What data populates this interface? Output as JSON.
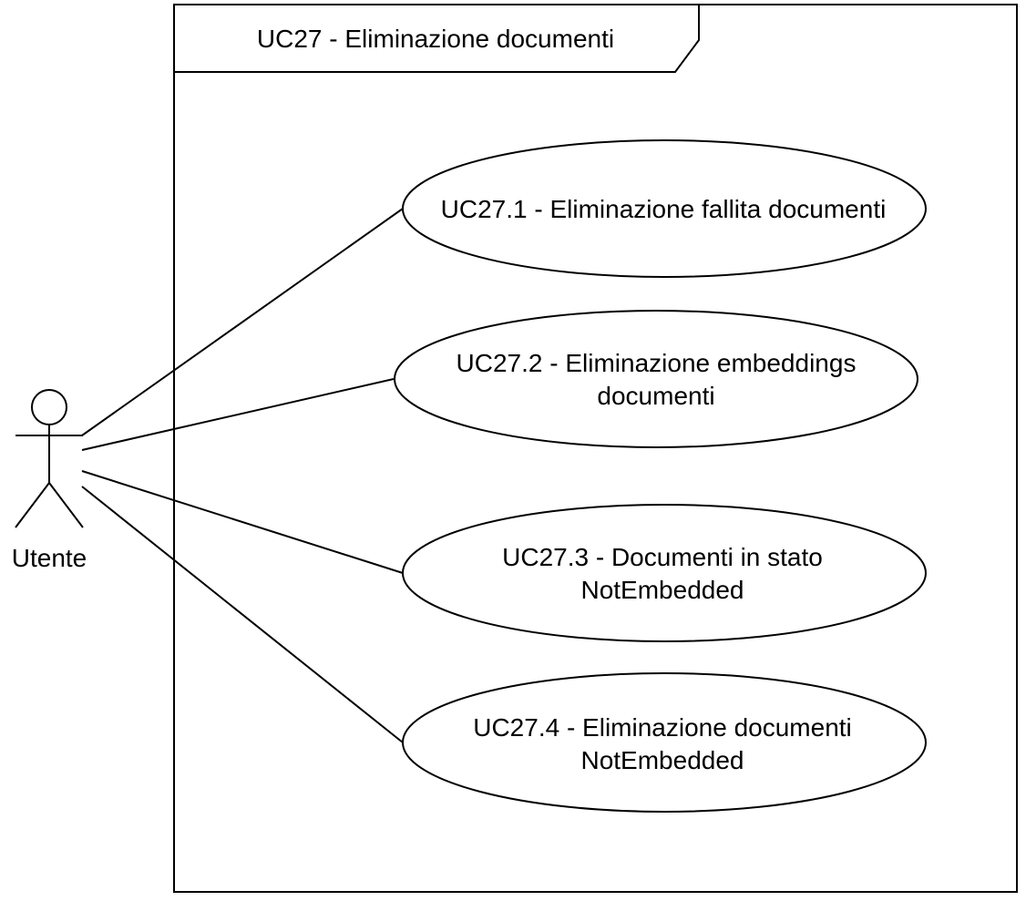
{
  "system": {
    "title": "UC27 - Eliminazione documenti"
  },
  "actor": {
    "label": "Utente"
  },
  "use_cases": [
    {
      "lines": [
        "UC27.1 - Eliminazione fallita documenti"
      ]
    },
    {
      "lines": [
        "UC27.2 - Eliminazione embeddings",
        "documenti"
      ]
    },
    {
      "lines": [
        "UC27.3 - Documenti in stato",
        "NotEmbedded"
      ]
    },
    {
      "lines": [
        "UC27.4 - Eliminazione documenti",
        "NotEmbedded"
      ]
    }
  ],
  "colors": {
    "stroke": "#000000",
    "background": "#ffffff"
  }
}
